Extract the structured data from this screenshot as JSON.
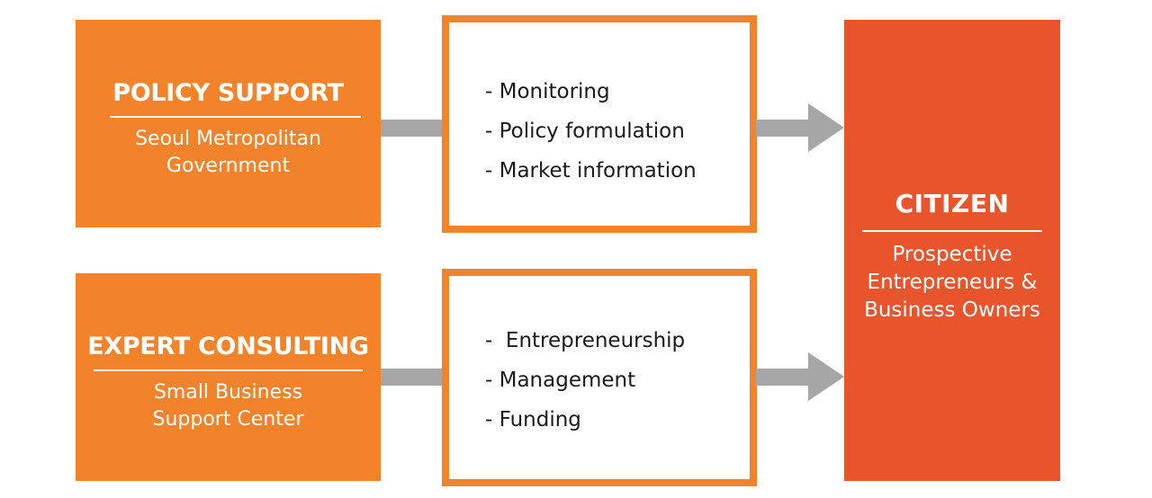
{
  "colors": {
    "orange": "#F3832B",
    "citizen_red_orange": "#E8542C",
    "connector_gray": "#A6A6A6",
    "text_dark": "#1a1a1a"
  },
  "policy_support": {
    "title": "POLICY SUPPORT",
    "subtitle": "Seoul Metropolitan\nGovernment"
  },
  "expert_consulting": {
    "title": "EXPERT CONSULTING",
    "subtitle": "Small Business\nSupport Center"
  },
  "policy_items": [
    "- Monitoring",
    "- Policy formulation",
    "- Market information"
  ],
  "consulting_items": [
    "-  Entrepreneurship",
    "- Management",
    "- Funding"
  ],
  "citizen": {
    "title": "CITIZEN",
    "subtitle": "Prospective\nEntrepreneurs &\nBusiness Owners"
  },
  "connector_icons": [
    "arrow-right-icon",
    "arrow-right-icon"
  ]
}
